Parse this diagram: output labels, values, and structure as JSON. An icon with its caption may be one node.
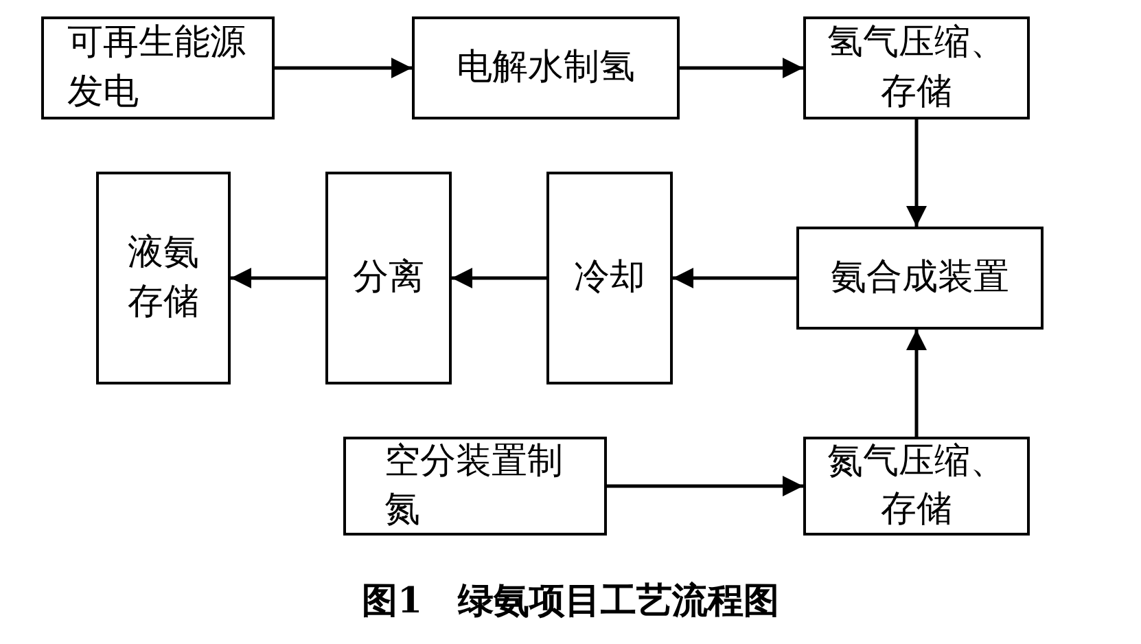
{
  "diagram": {
    "caption": "图1　绿氨项目工艺流程图",
    "nodes": [
      {
        "text": [
          "可再生能源发电"
        ]
      },
      {
        "text": [
          "电解水制氢"
        ]
      },
      {
        "text": [
          "氢气压缩、存储"
        ]
      },
      {
        "text": [
          "氨合成装置"
        ]
      },
      {
        "text": [
          "冷却"
        ]
      },
      {
        "text": [
          "分离"
        ]
      },
      {
        "text": [
          "液氨存储"
        ]
      },
      {
        "text": [
          "空分装置制氮"
        ]
      },
      {
        "text": [
          "氮气压缩、存储"
        ]
      }
    ],
    "edges": [
      {
        "from": 0,
        "to": 1,
        "arrow": "to"
      },
      {
        "from": 1,
        "to": 2,
        "arrow": "to"
      },
      {
        "from": 2,
        "to": 3,
        "arrow": "to"
      },
      {
        "from": 3,
        "to": 4,
        "arrow": "to"
      },
      {
        "from": 4,
        "to": 5,
        "arrow": "to"
      },
      {
        "from": 5,
        "to": 6,
        "arrow": "to"
      },
      {
        "from": 8,
        "to": 3,
        "arrow": "to"
      },
      {
        "from": 7,
        "to": 8,
        "arrow": "to"
      }
    ]
  }
}
